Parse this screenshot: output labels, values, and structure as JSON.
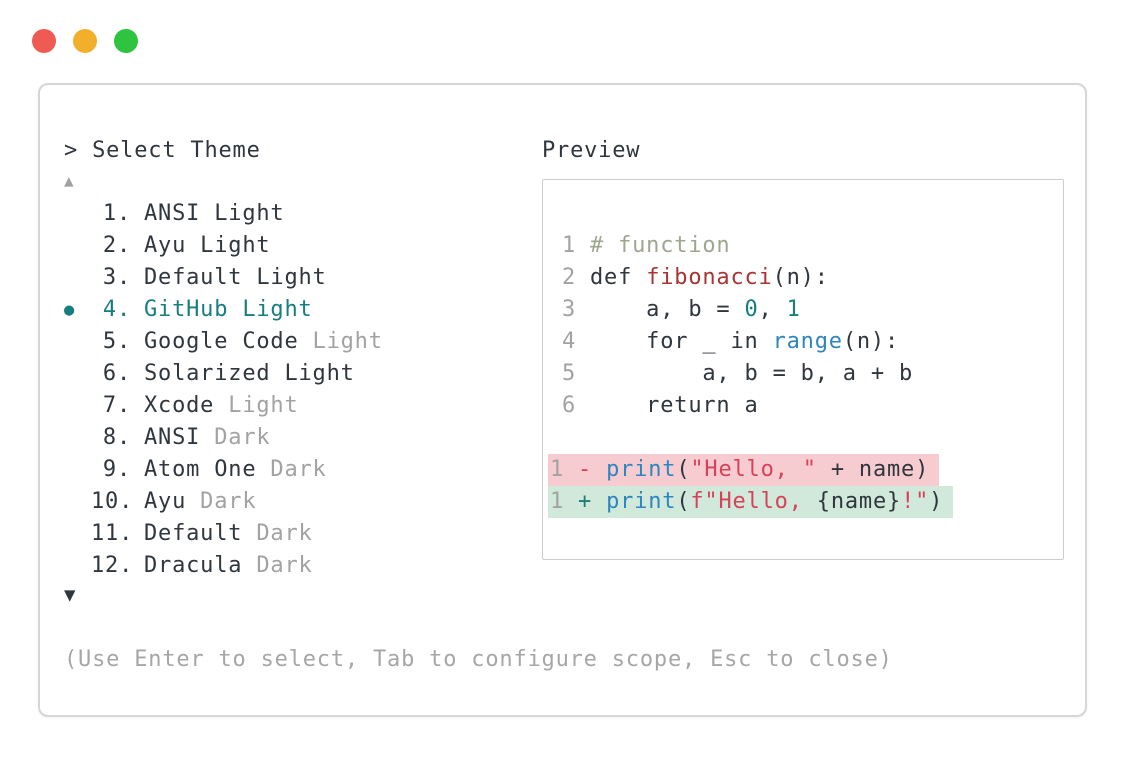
{
  "palette": {
    "text_dark": "#2f363d",
    "muted_gray": "#a2a2a2",
    "accent_teal": "#177e80",
    "comment_green": "#9ea68f",
    "function_red": "#a93434",
    "keyword_blue": "#2e86c0",
    "string_crimson": "#d8415a",
    "diff_plus_teal": "#1c7d6f",
    "diff_removed_bg": "#f7ccd0",
    "diff_added_bg": "#d0e9da"
  },
  "window": {
    "traffic_lights": [
      {
        "name": "close-button",
        "color": "#ef5a52"
      },
      {
        "name": "minimize-button",
        "color": "#f2af2c"
      },
      {
        "name": "zoom-button",
        "color": "#2ec43f"
      }
    ]
  },
  "prompt": {
    "text": "> Select Theme"
  },
  "scroll_up_glyph": "▲",
  "scroll_down_glyph": "▼",
  "selected_bullet": "●",
  "theme_list": [
    {
      "number": "1.",
      "name": "ANSI Light",
      "suffix": "",
      "selected": false
    },
    {
      "number": "2.",
      "name": "Ayu Light",
      "suffix": "",
      "selected": false
    },
    {
      "number": "3.",
      "name": "Default Light",
      "suffix": "",
      "selected": false
    },
    {
      "number": "4.",
      "name": "GitHub Light",
      "suffix": "",
      "selected": true
    },
    {
      "number": "5.",
      "name": "Google Code",
      "suffix": "Light",
      "selected": false
    },
    {
      "number": "6.",
      "name": "Solarized Light",
      "suffix": "",
      "selected": false
    },
    {
      "number": "7.",
      "name": "Xcode",
      "suffix": "Light",
      "selected": false
    },
    {
      "number": "8.",
      "name": "ANSI",
      "suffix": "Dark",
      "selected": false
    },
    {
      "number": "9.",
      "name": "Atom One",
      "suffix": "Dark",
      "selected": false
    },
    {
      "number": "10.",
      "name": "Ayu",
      "suffix": "Dark",
      "selected": false
    },
    {
      "number": "11.",
      "name": "Default",
      "suffix": "Dark",
      "selected": false
    },
    {
      "number": "12.",
      "name": "Dracula",
      "suffix": "Dark",
      "selected": false
    }
  ],
  "preview": {
    "title": "Preview",
    "code_lines": [
      {
        "num": "1",
        "tokens": [
          {
            "t": "# function",
            "c": "co"
          }
        ]
      },
      {
        "num": "2",
        "tokens": [
          {
            "t": "def ",
            "c": "t"
          },
          {
            "t": "fibonacci",
            "c": "fn"
          },
          {
            "t": "(n):",
            "c": "t"
          }
        ]
      },
      {
        "num": "3",
        "tokens": [
          {
            "t": "    a, b = ",
            "c": "t"
          },
          {
            "t": "0",
            "c": "nu"
          },
          {
            "t": ", ",
            "c": "t"
          },
          {
            "t": "1",
            "c": "nu"
          }
        ]
      },
      {
        "num": "4",
        "tokens": [
          {
            "t": "    for _ in ",
            "c": "t"
          },
          {
            "t": "range",
            "c": "kw"
          },
          {
            "t": "(n):",
            "c": "t"
          }
        ]
      },
      {
        "num": "5",
        "tokens": [
          {
            "t": "        a, b = b, a + b",
            "c": "t"
          }
        ]
      },
      {
        "num": "6",
        "tokens": [
          {
            "t": "    return a",
            "c": "t"
          }
        ]
      }
    ],
    "diff_lines": [
      {
        "num": "1",
        "kind": "removed",
        "tokens": [
          {
            "t": "- ",
            "c": "mi"
          },
          {
            "t": "print",
            "c": "kw"
          },
          {
            "t": "(",
            "c": "t"
          },
          {
            "t": "\"Hello, \"",
            "c": "st"
          },
          {
            "t": " + name)",
            "c": "t"
          }
        ]
      },
      {
        "num": "1",
        "kind": "added",
        "tokens": [
          {
            "t": "+ ",
            "c": "pl"
          },
          {
            "t": "print",
            "c": "kw"
          },
          {
            "t": "(",
            "c": "t"
          },
          {
            "t": "f\"Hello, ",
            "c": "st"
          },
          {
            "t": "{name}",
            "c": "t"
          },
          {
            "t": "!\"",
            "c": "st"
          },
          {
            "t": ")",
            "c": "t"
          }
        ]
      }
    ]
  },
  "help_text": "(Use Enter to select, Tab to configure scope, Esc to close)"
}
